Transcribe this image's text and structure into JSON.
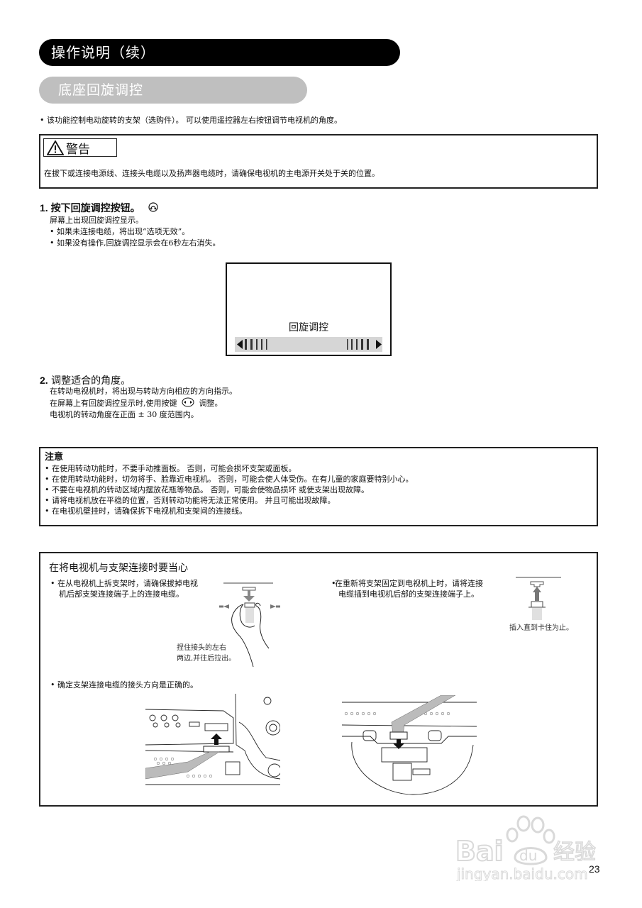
{
  "header": {
    "title": "操作说明（续）",
    "section": "底座回旋调控"
  },
  "intro": "该功能控制电动旋转的支架（选购件）。 可以使用遥控器左右按钮调节电视机的角度。",
  "warning": {
    "label": "警告",
    "text": "在拔下或连接电源线、连接头电缆以及扬声器电缆时，请确保电视机的主电源开关处于关的位置。"
  },
  "step1": {
    "number": "1.",
    "title": "按下回旋调控按钮。",
    "icon": "swivel-button-icon",
    "lines": [
      "屏幕上出现回旋调控显示。",
      "如果未连接电缆，将出现“选项无效”。",
      "如果没有操作,回旋调控显示会在6秒左右消失。"
    ]
  },
  "osd": {
    "title": "回旋调控",
    "left_arrow": "◀",
    "right_arrow": "▶"
  },
  "step2": {
    "number": "2.",
    "title": "调整适合的角度。",
    "line1": "在转动电视机时，将出现与转动方向相应的方向指示。",
    "line2_before": "在屏幕上有回旋调控显示时,使用按键",
    "line2_after": "调整。",
    "line3": "电视机的转动角度在正面 ± 30 度范围内。"
  },
  "caution": {
    "title": "注意",
    "items": [
      "在使用转动功能时，不要手动推面板。 否则，可能会损坏支架或面板。",
      "在使用转动功能时，切勿将手、脸靠近电视机。 否则，可能会使人体受伤。在有儿童的家庭要特别小心。",
      "不要在电视机的转动区域内摆放花瓶等物品。 否则，可能会使物品损坏 或使支架出现故障。",
      "请将电视机放在平稳的位置，否则转动功能将无法正常使用。 并且可能出现故障。",
      "在电视机壁挂时，请确保拆下电视机和支架间的连接线。"
    ]
  },
  "connection": {
    "title": "在将电视机与支架连接时要当心",
    "remove_text_1": "在从电视机上拆支架时，请确保拔掉电视",
    "remove_text_2": "机后部支架连接端子上的连接电缆。",
    "remove_caption_1": "捏住接头的左右",
    "remove_caption_2": "两边,并往后拉出。",
    "attach_text_1": "在重新将支架固定到电视机上时，请将连接",
    "attach_text_2": "电缆插到电视机后部的支架连接端子上。",
    "attach_caption": "插入直到卡住为止。",
    "direction_text": "确定支架连接电缆的接头方向是正确的。"
  },
  "footer": {
    "page_number": "23",
    "watermark_brand": "Bai du 经验",
    "watermark_url": "jingyan.baidu.com"
  }
}
